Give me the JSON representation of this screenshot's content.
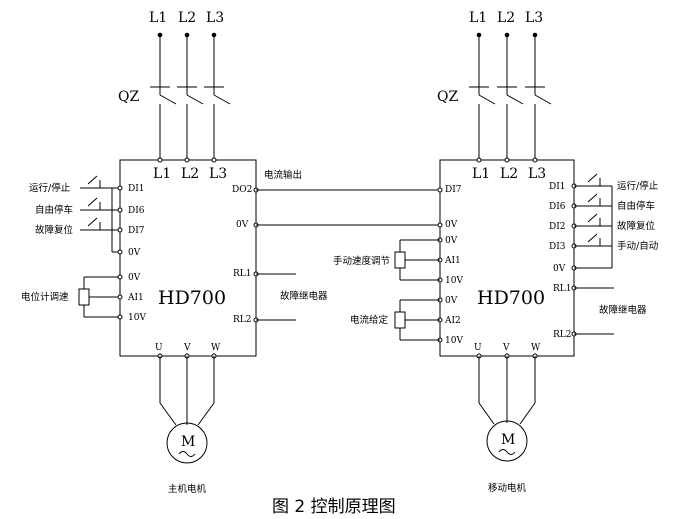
{
  "caption": "图 2  控制原理图",
  "supply_lines": [
    "L1",
    "L2",
    "L3"
  ],
  "breaker_label": "QZ",
  "motor_symbol": "M",
  "motor_output_terminals": [
    "U",
    "V",
    "W"
  ],
  "left_drive": {
    "model": "HD700",
    "input_terminals": [
      "L1",
      "L2",
      "L3"
    ],
    "digital_inputs": [
      {
        "terminal": "DI1",
        "label": "运行/停止"
      },
      {
        "terminal": "DI6",
        "label": "自由停车"
      },
      {
        "terminal": "DI7",
        "label": "故障复位"
      }
    ],
    "common_0v": "0V",
    "analog_pot": {
      "label": "电位计调速",
      "terminals": [
        "0V",
        "AI1",
        "10V"
      ]
    },
    "output_terminals": [
      "DO2",
      "0V",
      "RL1",
      "RL2"
    ],
    "output_label": "电流输出",
    "relay_label": "故障继电器",
    "motor_caption": "主机电机"
  },
  "right_drive": {
    "model": "HD700",
    "input_terminals": [
      "L1",
      "L2",
      "L3"
    ],
    "left_terminals": [
      "DI7",
      "0V",
      "0V",
      "AI1",
      "10V",
      "0V",
      "AI2",
      "10V"
    ],
    "speed_pot_label": "手动速度调节",
    "current_pot_label": "电流给定",
    "digital_inputs": [
      {
        "terminal": "DI1",
        "label": "运行/停止"
      },
      {
        "terminal": "DI6",
        "label": "自由停车"
      },
      {
        "terminal": "DI2",
        "label": "故障复位"
      },
      {
        "terminal": "DI3",
        "label": "手动/自动"
      }
    ],
    "common_0v": "0V",
    "relay_terminals": [
      "RL1",
      "RL2"
    ],
    "relay_label": "故障继电器",
    "motor_caption": "移动电机"
  }
}
